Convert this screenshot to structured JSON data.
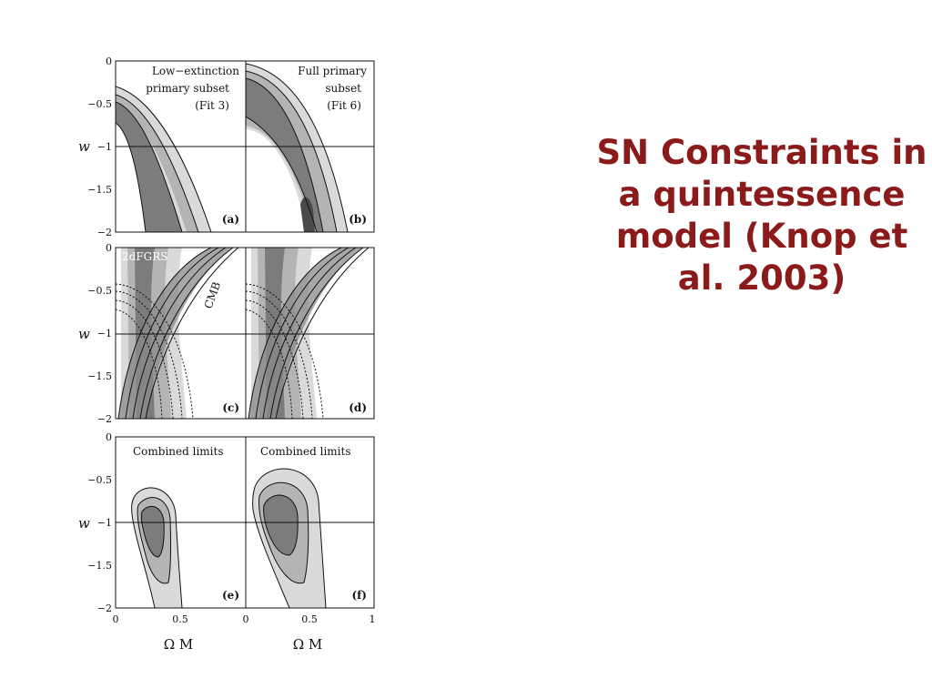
{
  "slide_title": "SN Constraints in a quintessence model (Knop et al. 2003)",
  "chart_data": {
    "type": "contour",
    "layout": "3 rows x 2 columns",
    "shared_x_axis": {
      "label": "Ω M",
      "ticks": [
        "0",
        "0.5",
        "1"
      ],
      "xlim": [
        0,
        1
      ]
    },
    "shared_y_axis": {
      "label": "w",
      "ticks": [
        "0",
        "−0.5",
        "−1",
        "−1.5",
        "−2"
      ],
      "ylim": [
        -2,
        0
      ]
    },
    "reference_line": {
      "w": -1
    },
    "panels": [
      {
        "id": "a",
        "tag": "(a)",
        "annotation": [
          "Low−extinction",
          "primary subset",
          "(Fit 3)"
        ]
      },
      {
        "id": "b",
        "tag": "(b)",
        "annotation": [
          "Full primary",
          "subset",
          "(Fit 6)"
        ]
      },
      {
        "id": "c",
        "tag": "(c)",
        "annotation": [
          "2dFGRS",
          "CMB"
        ]
      },
      {
        "id": "d",
        "tag": "(d)",
        "annotation": []
      },
      {
        "id": "e",
        "tag": "(e)",
        "annotation": [
          "Combined limits"
        ]
      },
      {
        "id": "f",
        "tag": "(f)",
        "annotation": [
          "Combined limits"
        ]
      }
    ],
    "colors": {
      "c99": "#dadada",
      "c95": "#b4b4b4",
      "c68": "#7c7c7c",
      "line": "#111111"
    }
  }
}
